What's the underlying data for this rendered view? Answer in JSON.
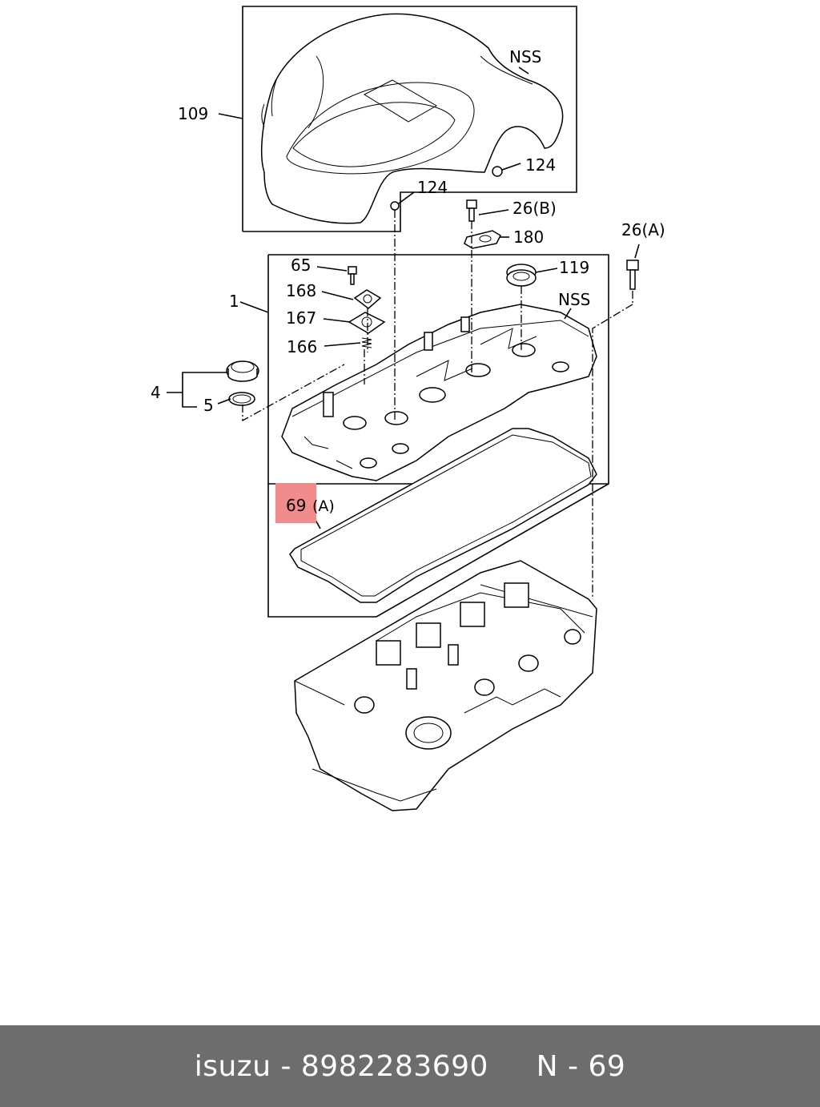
{
  "diagram": {
    "labels": {
      "l109": "109",
      "lnss_top": "NSS",
      "l124_right": "124",
      "l124_mid": "124",
      "l26b": "26(B)",
      "l180": "180",
      "l26a": "26(A)",
      "l65": "65",
      "l119": "119",
      "l168": "168",
      "l1": "1",
      "lnss_mid": "NSS",
      "l167": "167",
      "l166": "166",
      "l4": "4",
      "l5": "5",
      "l69_num": "69",
      "l69_suffix": "(A)"
    },
    "highlight_color": "#f28b8b"
  },
  "footer": {
    "text": "isuzu - 8982283690     N - 69",
    "background": "#6d6d6d",
    "text_color": "#ffffff"
  }
}
